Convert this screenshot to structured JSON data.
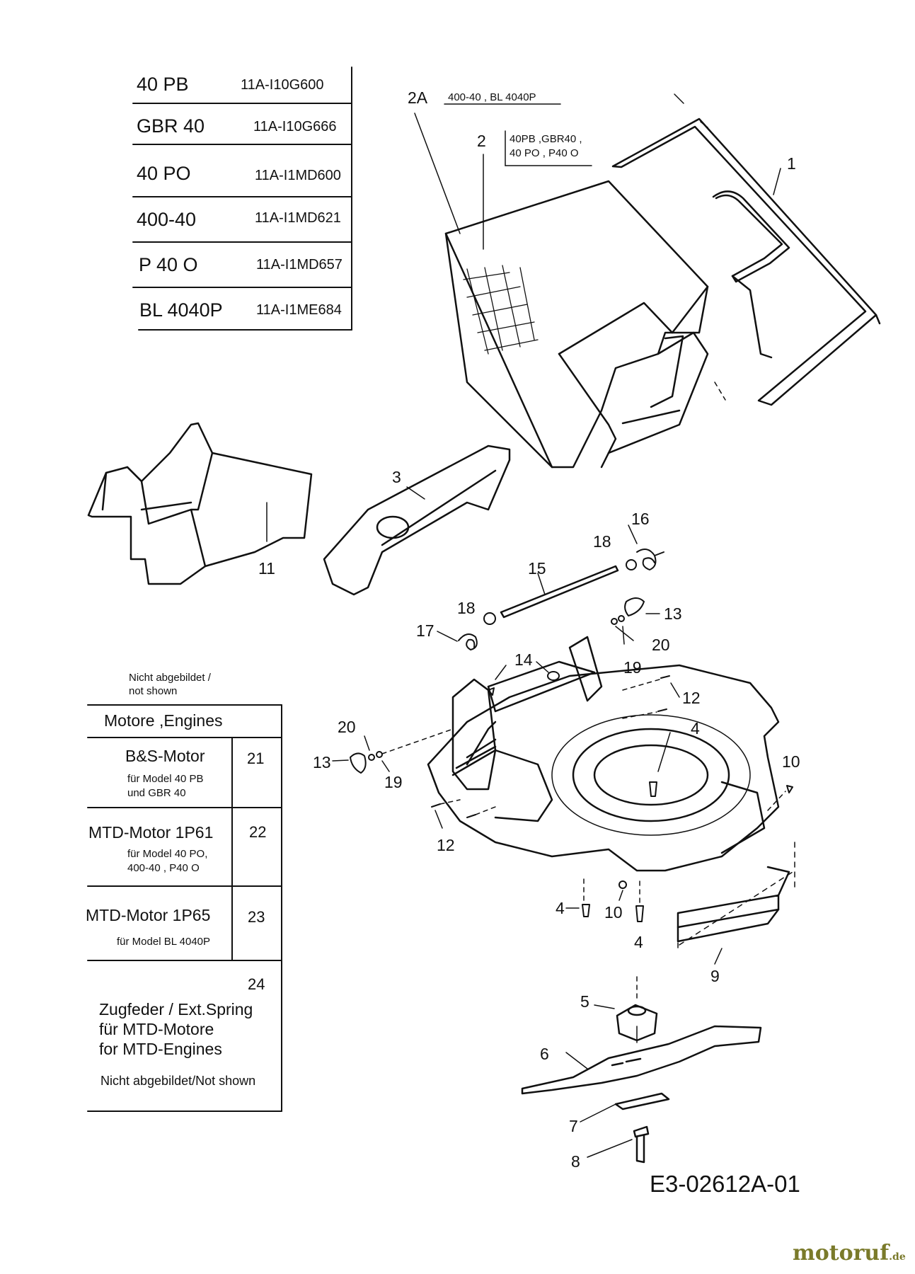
{
  "models": [
    {
      "name": "40 PB",
      "code": "11A-I10G600"
    },
    {
      "name": "GBR 40",
      "code": "11A-I10G666"
    },
    {
      "name": "40 PO",
      "code": "11A-I1MD600"
    },
    {
      "name": "400-40",
      "code": "11A-I1MD621"
    },
    {
      "name": "P 40 O",
      "code": "11A-I1MD657"
    },
    {
      "name": "BL 4040P",
      "code": "11A-I1ME684"
    }
  ],
  "callouts": {
    "c2a": {
      "label": "2A",
      "note": "400-40  , BL 4040P"
    },
    "c2": {
      "label": "2",
      "note_line1": "40PB ,GBR40 ,",
      "note_line2": "40 PO , P40 O"
    }
  },
  "part_labels": {
    "p1": "1",
    "p3": "3",
    "p4a": "4",
    "p4b": "4",
    "p4c": "4",
    "p5": "5",
    "p6": "6",
    "p7": "7",
    "p8": "8",
    "p9": "9",
    "p10a": "10",
    "p10b": "10",
    "p11": "11",
    "p12a": "12",
    "p12b": "12",
    "p13a": "13",
    "p13b": "13",
    "p14": "14",
    "p15": "15",
    "p16": "16",
    "p17": "17",
    "p18a": "18",
    "p18b": "18",
    "p19a": "19",
    "p19b": "19",
    "p20a": "20",
    "p20b": "20"
  },
  "engines_table": {
    "not_shown_note_line1": "Nicht abgebildet /",
    "not_shown_note_line2": "not shown",
    "header": "Motore ,Engines",
    "rows": [
      {
        "name": "B&S-Motor",
        "sub1": "für Model 40 PB",
        "sub2": "und GBR 40",
        "num": "21"
      },
      {
        "name": "MTD-Motor 1P61",
        "sub1": "für Model 40 PO,",
        "sub2": "400-40 , P40 O",
        "num": "22"
      },
      {
        "name": "MTD-Motor 1P65",
        "sub1": "für Model BL 4040P",
        "sub2": "",
        "num": "23"
      }
    ],
    "spring": {
      "num": "24",
      "line1": "Zugfeder / Ext.Spring",
      "line2": "für MTD-Motore",
      "line3": "for MTD-Engines",
      "note": "Nicht abgebildet/Not shown"
    }
  },
  "drawing_ref": "E3-02612A-01",
  "watermark": {
    "main": "motoruf",
    "suffix": ".de",
    "color_main": "#7a7a2a"
  }
}
